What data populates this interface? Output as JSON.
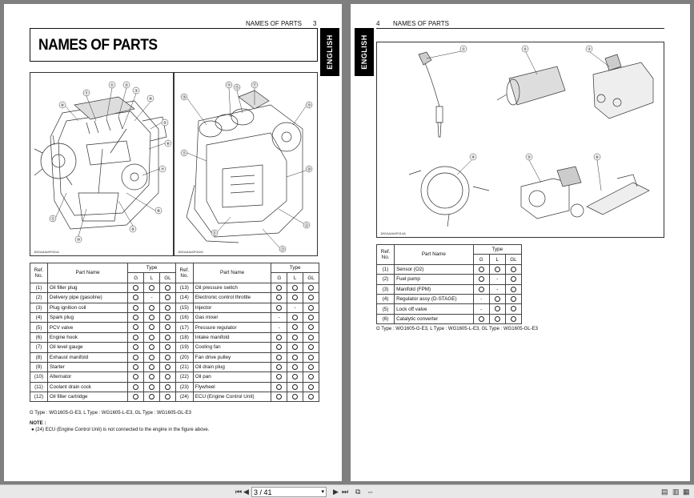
{
  "left_page": {
    "header_title": "NAMES OF PARTS",
    "page_number": "3",
    "main_title": "NAMES OF PARTS",
    "tab_label": "ENGLISH",
    "figure_codes": [
      "1BGAAAIAP001A",
      "1BGAAAIAP002A"
    ],
    "table_headers": {
      "ref": "Ref.",
      "no": "No.",
      "part_name": "Part Name",
      "type": "Type",
      "g": "G",
      "l": "L",
      "gl": "GL"
    },
    "rows": [
      {
        "ref": "(1)",
        "name": "Oil filler plug",
        "g": "o",
        "l": "o",
        "gl": "o"
      },
      {
        "ref": "(2)",
        "name": "Delivery pipe (gasoline)",
        "g": "o",
        "l": "-",
        "gl": "o"
      },
      {
        "ref": "(3)",
        "name": "Plug ignition coil",
        "g": "o",
        "l": "o",
        "gl": "o"
      },
      {
        "ref": "(4)",
        "name": "Spark plug",
        "g": "o",
        "l": "o",
        "gl": "o"
      },
      {
        "ref": "(5)",
        "name": "PCV valve",
        "g": "o",
        "l": "o",
        "gl": "o"
      },
      {
        "ref": "(6)",
        "name": "Engine hook",
        "g": "o",
        "l": "o",
        "gl": "o"
      },
      {
        "ref": "(7)",
        "name": "Oil level gauge",
        "g": "o",
        "l": "o",
        "gl": "o"
      },
      {
        "ref": "(8)",
        "name": "Exhaust manifold",
        "g": "o",
        "l": "o",
        "gl": "o"
      },
      {
        "ref": "(9)",
        "name": "Starter",
        "g": "o",
        "l": "o",
        "gl": "o"
      },
      {
        "ref": "(10)",
        "name": "Alternator",
        "g": "o",
        "l": "o",
        "gl": "o"
      },
      {
        "ref": "(11)",
        "name": "Coolant drain cock",
        "g": "o",
        "l": "o",
        "gl": "o"
      },
      {
        "ref": "(12)",
        "name": "Oil filter cartridge",
        "g": "o",
        "l": "o",
        "gl": "o"
      }
    ],
    "rows2": [
      {
        "ref": "(13)",
        "name": "Oil pressure switch",
        "g": "o",
        "l": "o",
        "gl": "o"
      },
      {
        "ref": "(14)",
        "name": "Electronic control throttle",
        "g": "o",
        "l": "o",
        "gl": "o"
      },
      {
        "ref": "(15)",
        "name": "Injector",
        "g": "o",
        "l": "-",
        "gl": "o"
      },
      {
        "ref": "(16)",
        "name": "Gas mixer",
        "g": "-",
        "l": "o",
        "gl": "o"
      },
      {
        "ref": "(17)",
        "name": "Pressure regulator",
        "g": "-",
        "l": "o",
        "gl": "o"
      },
      {
        "ref": "(18)",
        "name": "Intake manifold",
        "g": "o",
        "l": "o",
        "gl": "o"
      },
      {
        "ref": "(19)",
        "name": "Cooling fan",
        "g": "o",
        "l": "o",
        "gl": "o"
      },
      {
        "ref": "(20)",
        "name": "Fan drive pulley",
        "g": "o",
        "l": "o",
        "gl": "o"
      },
      {
        "ref": "(21)",
        "name": "Oil drain plug",
        "g": "o",
        "l": "o",
        "gl": "o"
      },
      {
        "ref": "(22)",
        "name": "Oil pan",
        "g": "o",
        "l": "o",
        "gl": "o"
      },
      {
        "ref": "(23)",
        "name": "Flywheel",
        "g": "o",
        "l": "o",
        "gl": "o"
      },
      {
        "ref": "(24)",
        "name": "ECU (Engine Control Unit)",
        "g": "o",
        "l": "o",
        "gl": "o"
      }
    ],
    "type_note": "G Type : WG1605-G-E3, L Type : WG1605-L-E3, GL Type : WG1605-GL-E3",
    "note_label": "NOTE :",
    "note_text": "(24) ECU (Engine Control Unit) is not connected to the engine in the figure above."
  },
  "right_page": {
    "page_number": "4",
    "header_title": "NAMES OF PARTS",
    "tab_label": "ENGLISH",
    "figure_code": "1BGAAAIAP014A",
    "table_headers": {
      "ref": "Ref.",
      "no": "No.",
      "part_name": "Part Name",
      "type": "Type",
      "g": "G",
      "l": "L",
      "gl": "GL"
    },
    "rows": [
      {
        "ref": "(1)",
        "name": "Sensor (O2)",
        "g": "o",
        "l": "o",
        "gl": "o"
      },
      {
        "ref": "(2)",
        "name": "Fuel pump",
        "g": "o",
        "l": "-",
        "gl": "o"
      },
      {
        "ref": "(3)",
        "name": "Manifold (FPM)",
        "g": "o",
        "l": "-",
        "gl": "o"
      },
      {
        "ref": "(4)",
        "name": "Regulator assy (D-STAGE)",
        "g": "-",
        "l": "o",
        "gl": "o"
      },
      {
        "ref": "(5)",
        "name": "Lock off valve",
        "g": "-",
        "l": "o",
        "gl": "o"
      },
      {
        "ref": "(6)",
        "name": "Catalytic converter",
        "g": "o",
        "l": "o",
        "gl": "o"
      }
    ],
    "type_note": "G Type : WG1605-G-E3, L Type : WG1605-L-E3, GL Type : WG1605-GL-E3"
  },
  "toolbar": {
    "page_display": "3 / 41",
    "first_icon": "first-page-icon",
    "prev_icon": "prev-page-icon",
    "next_icon": "next-page-icon",
    "last_icon": "last-page-icon"
  }
}
